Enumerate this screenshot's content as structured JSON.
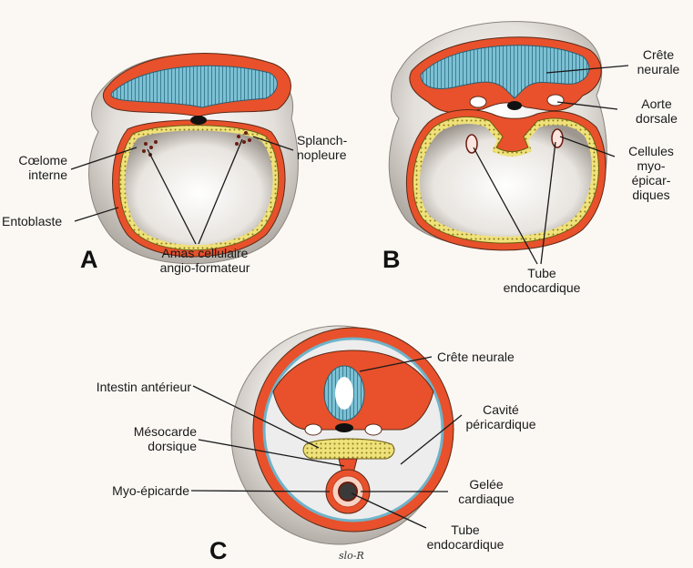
{
  "panels": {
    "a": {
      "letter": "A",
      "labels": {
        "coelome": "Cœlome\ninterne",
        "splanch": "Splanch-\nnopleure",
        "entoblaste": "Entoblaste",
        "amas": "Amas cellulaire\nangio-formateur"
      }
    },
    "b": {
      "letter": "B",
      "labels": {
        "crete": "Crête\nneurale",
        "aorte": "Aorte\ndorsale",
        "cellules": "Cellules\nmyo-\népicar-\ndiques",
        "tube": "Tube\nendocardique"
      }
    },
    "c": {
      "letter": "C",
      "labels": {
        "crete": "Crête neurale",
        "intestin": "Intestin antérieur",
        "mesocarde": "Mésocarde\ndorsique",
        "cavite": "Cavité\npéricardique",
        "myo": "Myo-épicarde",
        "gelee": "Gelée\ncardiaque",
        "tube": "Tube\nendocardique"
      }
    }
  },
  "signature": "slo-R",
  "colors": {
    "mesoderm": "#e8512b",
    "ectoderm": "#6fb3c9",
    "entoderm": "#e6d36a",
    "shade": "#b9b4ae",
    "ink": "#1a1a1a"
  }
}
